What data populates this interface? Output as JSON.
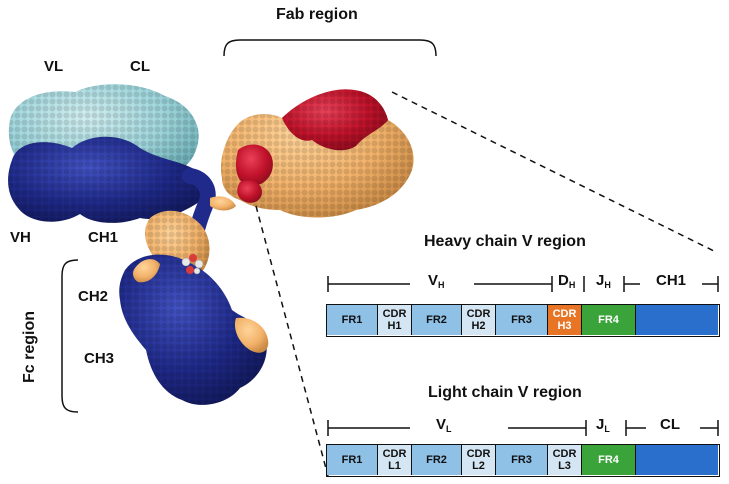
{
  "diagram": {
    "fab_region_label": "Fab region",
    "fc_region_label": "Fc region",
    "domain_labels": {
      "vl": "VL",
      "cl": "CL",
      "vh": "VH",
      "ch1": "CH1",
      "ch2": "CH2",
      "ch3": "CH3"
    },
    "colors": {
      "heavy_chain": "#1f2a8a",
      "light_chain": "#9fd6dc",
      "cdr": "#c0122a",
      "framework": "#f2b26a",
      "glycan": "#e9e9e9"
    }
  },
  "heavy_chain": {
    "title": "Heavy chain V region",
    "gene_segments": [
      {
        "main": "V",
        "sub": "H"
      },
      {
        "main": "D",
        "sub": "H"
      },
      {
        "main": "J",
        "sub": "H"
      },
      {
        "main": "CH1",
        "sub": ""
      }
    ],
    "regions": [
      {
        "line1": "FR1",
        "line2": "",
        "color": "#8fc0e6"
      },
      {
        "line1": "CDR",
        "line2": "H1",
        "color": "#d4e6f3"
      },
      {
        "line1": "FR2",
        "line2": "",
        "color": "#8fc0e6"
      },
      {
        "line1": "CDR",
        "line2": "H2",
        "color": "#d4e6f3"
      },
      {
        "line1": "FR3",
        "line2": "",
        "color": "#8fc0e6"
      },
      {
        "line1": "CDR",
        "line2": "H3",
        "color": "#e87425"
      },
      {
        "line1": "FR4",
        "line2": "",
        "color": "#3aa43a"
      },
      {
        "line1": "",
        "line2": "",
        "color": "#2a6fcb"
      }
    ]
  },
  "light_chain": {
    "title": "Light chain V region",
    "gene_segments": [
      {
        "main": "V",
        "sub": "L"
      },
      {
        "main": "J",
        "sub": "L"
      },
      {
        "main": "CL",
        "sub": ""
      }
    ],
    "regions": [
      {
        "line1": "FR1",
        "line2": "",
        "color": "#8fc0e6"
      },
      {
        "line1": "CDR",
        "line2": "L1",
        "color": "#d4e6f3"
      },
      {
        "line1": "FR2",
        "line2": "",
        "color": "#8fc0e6"
      },
      {
        "line1": "CDR",
        "line2": "L2",
        "color": "#d4e6f3"
      },
      {
        "line1": "FR3",
        "line2": "",
        "color": "#8fc0e6"
      },
      {
        "line1": "CDR",
        "line2": "L3",
        "color": "#d4e6f3"
      },
      {
        "line1": "FR4",
        "line2": "",
        "color": "#3aa43a"
      },
      {
        "line1": "",
        "line2": "",
        "color": "#2a6fcb"
      }
    ]
  }
}
